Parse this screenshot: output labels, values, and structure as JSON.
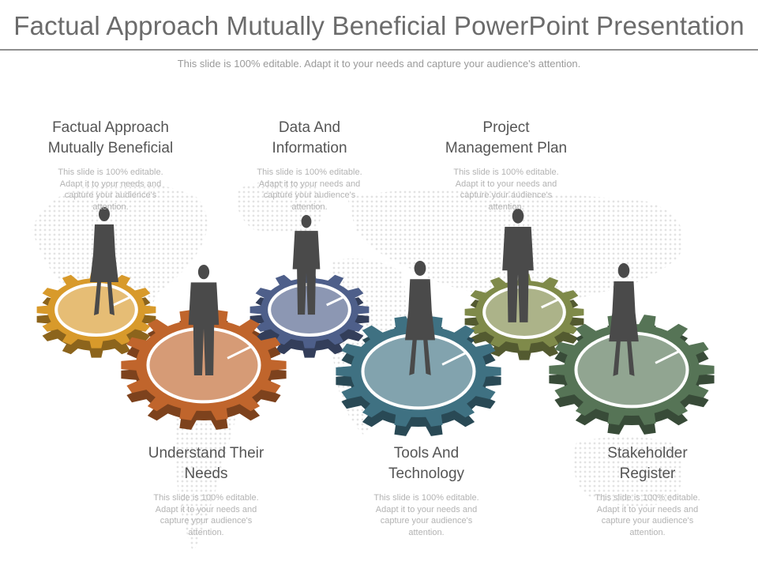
{
  "slide": {
    "title": "Factual Approach Mutually Beneficial PowerPoint Presentation",
    "subtitle": "This slide is 100% editable. Adapt it to your needs and capture your audience's attention."
  },
  "steps": [
    {
      "heading_line1": "Factual Approach",
      "heading_line2": "Mutually  Beneficial",
      "description": [
        "This slide is 100% editable.",
        "Adapt it to your needs and",
        "capture your audience's",
        "attention."
      ],
      "gear_color": "#d89a2b"
    },
    {
      "heading_line1": "Understand  Their",
      "heading_line2": "Needs",
      "description": [
        "This slide is 100% editable.",
        "Adapt it to your needs and",
        "capture your audience's",
        "attention."
      ],
      "gear_color": "#c0652c"
    },
    {
      "heading_line1": "Data And",
      "heading_line2": "Information",
      "description": [
        "This slide is 100% editable.",
        "Adapt it to your needs and",
        "capture your audience's",
        "attention."
      ],
      "gear_color": "#4e5f8a"
    },
    {
      "heading_line1": "Tools And",
      "heading_line2": "Technology",
      "description": [
        "This slide is 100% editable.",
        "Adapt it to your needs and",
        "capture your audience's",
        "attention."
      ],
      "gear_color": "#3f7182"
    },
    {
      "heading_line1": "Project",
      "heading_line2": "Management  Plan",
      "description": [
        "This slide is 100% editable.",
        "Adapt it to your needs and",
        "capture your audience's",
        "attention."
      ],
      "gear_color": "#7f8a4a"
    },
    {
      "heading_line1": "Stakeholder",
      "heading_line2": "Register",
      "description": [
        "This slide is 100% editable.",
        "Adapt it to your needs and",
        "capture your audience's",
        "attention."
      ],
      "gear_color": "#567456"
    }
  ],
  "figure_color": "#4a4a4a",
  "map_dot_color": "#e3e3e3"
}
